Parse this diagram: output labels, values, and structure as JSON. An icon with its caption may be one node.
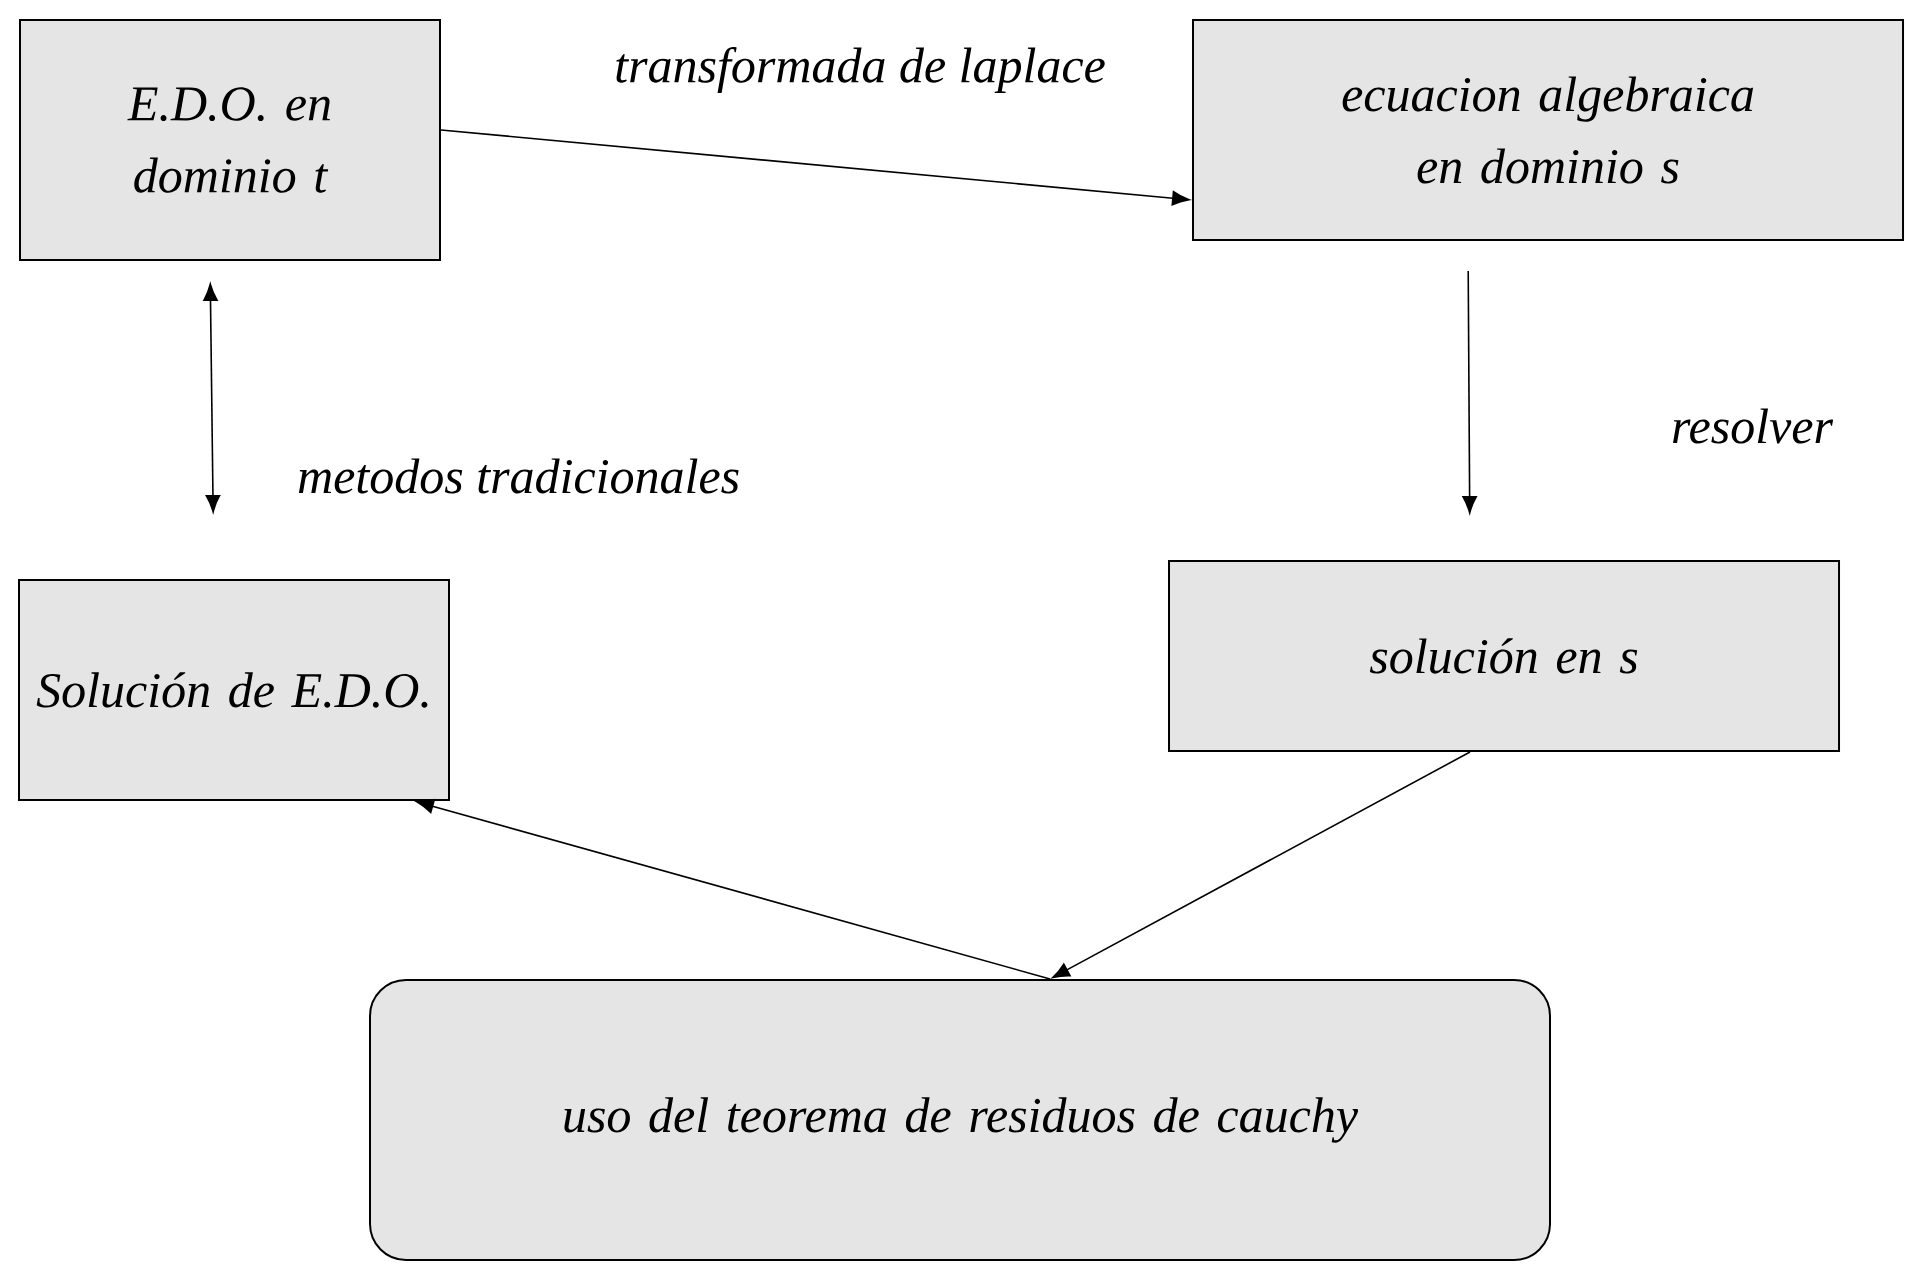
{
  "diagram": {
    "nodes": [
      {
        "text": [
          "E.D.O. en dominio t"
        ]
      },
      {
        "text": [
          "ecuacion algebraica en dominio s"
        ]
      },
      {
        "text": [
          "Solución de E.D.O."
        ]
      },
      {
        "text": [
          "solución en s"
        ]
      },
      {
        "text": [
          "uso del teorema de residuos de cauchy"
        ]
      }
    ],
    "edges": [
      {
        "from": 0,
        "to": 1,
        "arrow": "to",
        "label": "transformada de laplace"
      },
      {
        "from": 0,
        "to": 2,
        "arrow": "both",
        "label": "metodos tradicionales"
      },
      {
        "from": 1,
        "to": 3,
        "arrow": "to",
        "label": "resolver"
      },
      {
        "from": 3,
        "to": 4,
        "arrow": "to"
      },
      {
        "from": 4,
        "to": 2,
        "arrow": "to"
      }
    ]
  }
}
